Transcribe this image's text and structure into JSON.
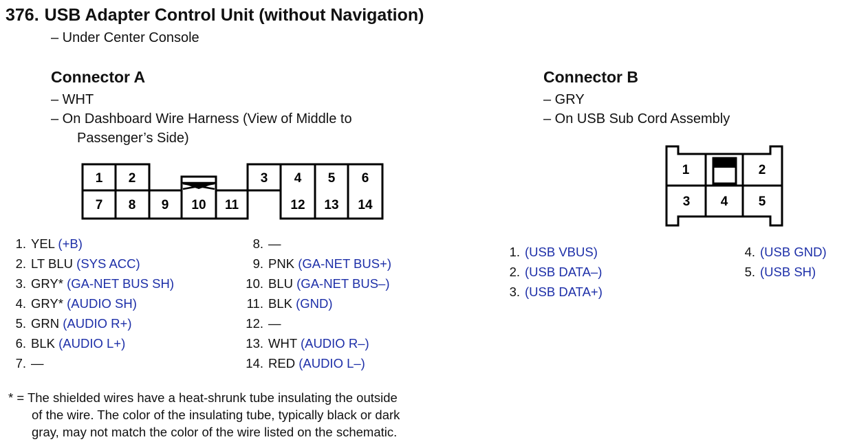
{
  "header": {
    "number": "376.",
    "title": "USB Adapter Control Unit (without Navigation)",
    "location": "– Under Center Console"
  },
  "connector_a": {
    "title": "Connector A",
    "color_line": "– WHT",
    "location_line1": "– On Dashboard Wire Harness (View of Middle to",
    "location_line2": "Passenger’s Side)",
    "pin_labels": [
      "1",
      "2",
      "3",
      "4",
      "5",
      "6",
      "7",
      "8",
      "9",
      "10",
      "11",
      "12",
      "13",
      "14"
    ],
    "pins": [
      {
        "n": "1.",
        "wire": "YEL",
        "func": "(+B)"
      },
      {
        "n": "2.",
        "wire": "LT BLU",
        "func": "(SYS ACC)"
      },
      {
        "n": "3.",
        "wire": "GRY*",
        "func": "(GA-NET BUS SH)"
      },
      {
        "n": "4.",
        "wire": "GRY*",
        "func": "(AUDIO SH)"
      },
      {
        "n": "5.",
        "wire": "GRN",
        "func": "(AUDIO R+)"
      },
      {
        "n": "6.",
        "wire": "BLK",
        "func": "(AUDIO L+)"
      },
      {
        "n": "7.",
        "wire": "—",
        "func": ""
      },
      {
        "n": "8.",
        "wire": "—",
        "func": ""
      },
      {
        "n": "9.",
        "wire": "PNK",
        "func": "(GA-NET BUS+)"
      },
      {
        "n": "10.",
        "wire": "BLU",
        "func": "(GA-NET BUS–)"
      },
      {
        "n": "11.",
        "wire": "BLK",
        "func": "(GND)"
      },
      {
        "n": "12.",
        "wire": "—",
        "func": ""
      },
      {
        "n": "13.",
        "wire": "WHT",
        "func": "(AUDIO R–)"
      },
      {
        "n": "14.",
        "wire": "RED",
        "func": "(AUDIO L–)"
      }
    ]
  },
  "connector_b": {
    "title": "Connector B",
    "color_line": "– GRY",
    "location_line": "– On USB Sub Cord Assembly",
    "pin_labels": [
      "1",
      "2",
      "3",
      "4",
      "5"
    ],
    "pins": [
      {
        "n": "1.",
        "func": "(USB VBUS)"
      },
      {
        "n": "2.",
        "func": "(USB DATA–)"
      },
      {
        "n": "3.",
        "func": "(USB DATA+)"
      },
      {
        "n": "4.",
        "func": "(USB GND)"
      },
      {
        "n": "5.",
        "func": "(USB SH)"
      }
    ]
  },
  "footnote": {
    "line1": "* = The shielded wires have a heat-shrunk tube insulating the outside",
    "line2": "of the wire. The color of the insulating tube, typically black or dark",
    "line3": "gray, may not match the color of the wire listed on the schematic."
  },
  "colors": {
    "func_text": "#1d2fa8",
    "line": "#000000"
  }
}
